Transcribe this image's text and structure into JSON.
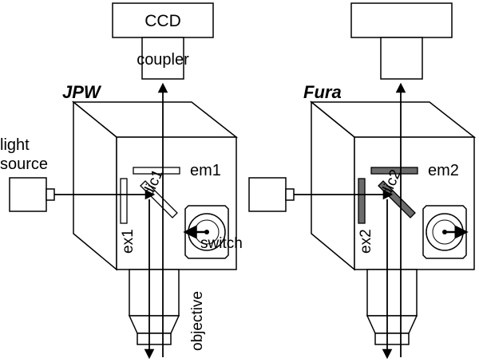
{
  "labels": {
    "ccd": "CCD",
    "coupler": "coupler",
    "jpw": "JPW",
    "fura": "Fura",
    "light_source_line1": "light",
    "light_source_line2": "source",
    "em1": "em1",
    "em2": "em2",
    "dic1": "dic1",
    "dic2": "dic2",
    "ex1": "ex1",
    "ex2": "ex2",
    "switch": "switch",
    "objective": "objective"
  },
  "colors": {
    "line": "#000000",
    "filter_jpw": "#ffffff",
    "filter_fura": "#6b6b6b",
    "background": "#ffffff"
  }
}
